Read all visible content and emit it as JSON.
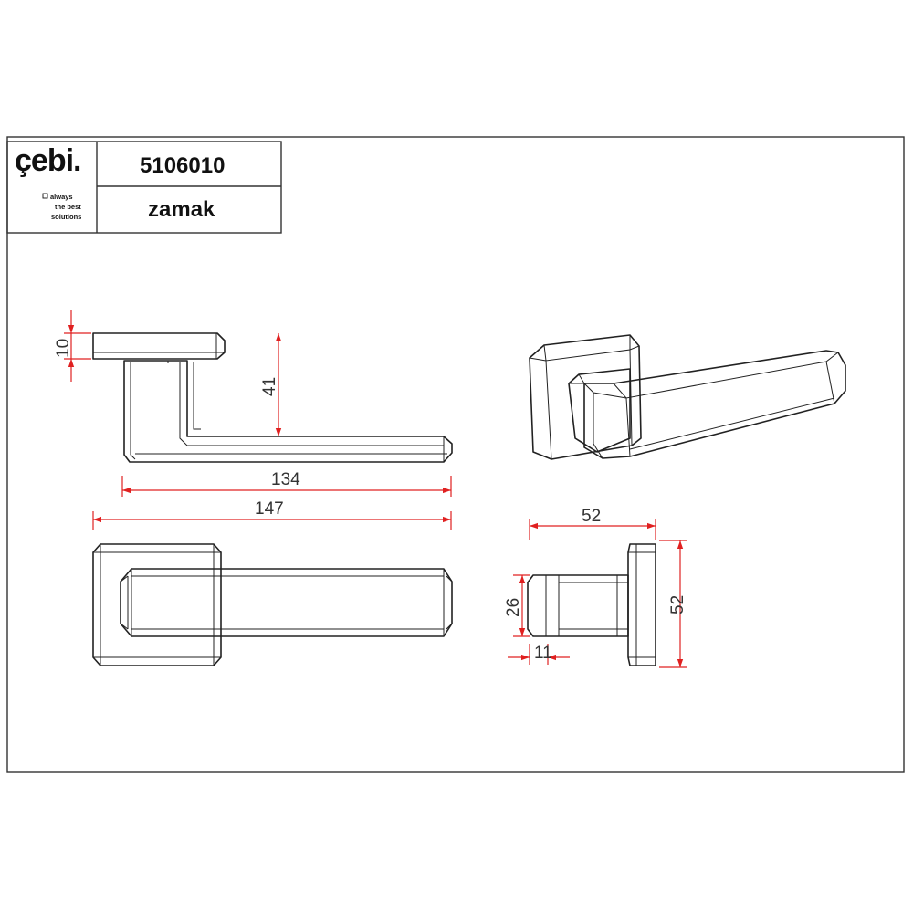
{
  "title_block": {
    "brand": "çebi.",
    "tagline_1": "always",
    "tagline_2": "the best",
    "tagline_3": "solutions",
    "product_code": "5106010",
    "material": "zamak"
  },
  "dimensions": {
    "rose_thickness": "10",
    "lever_height": "41",
    "lever_length_inner": "134",
    "lever_length_total": "147",
    "rose_width_side": "52",
    "neck_height": "26",
    "neck_offset": "11",
    "rose_height_side": "52"
  },
  "colors": {
    "dimension": "#e02020",
    "line": "#222222"
  }
}
